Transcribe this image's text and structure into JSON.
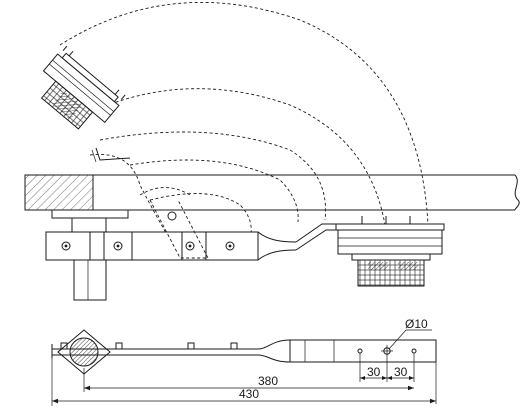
{
  "dimensions": {
    "diameter_label": "Ø10",
    "pitch_left": "30",
    "pitch_right": "30",
    "length_inner": "380",
    "length_overall": "430"
  },
  "colors": {
    "ink": "#1a1a1a",
    "background": "#ffffff"
  }
}
